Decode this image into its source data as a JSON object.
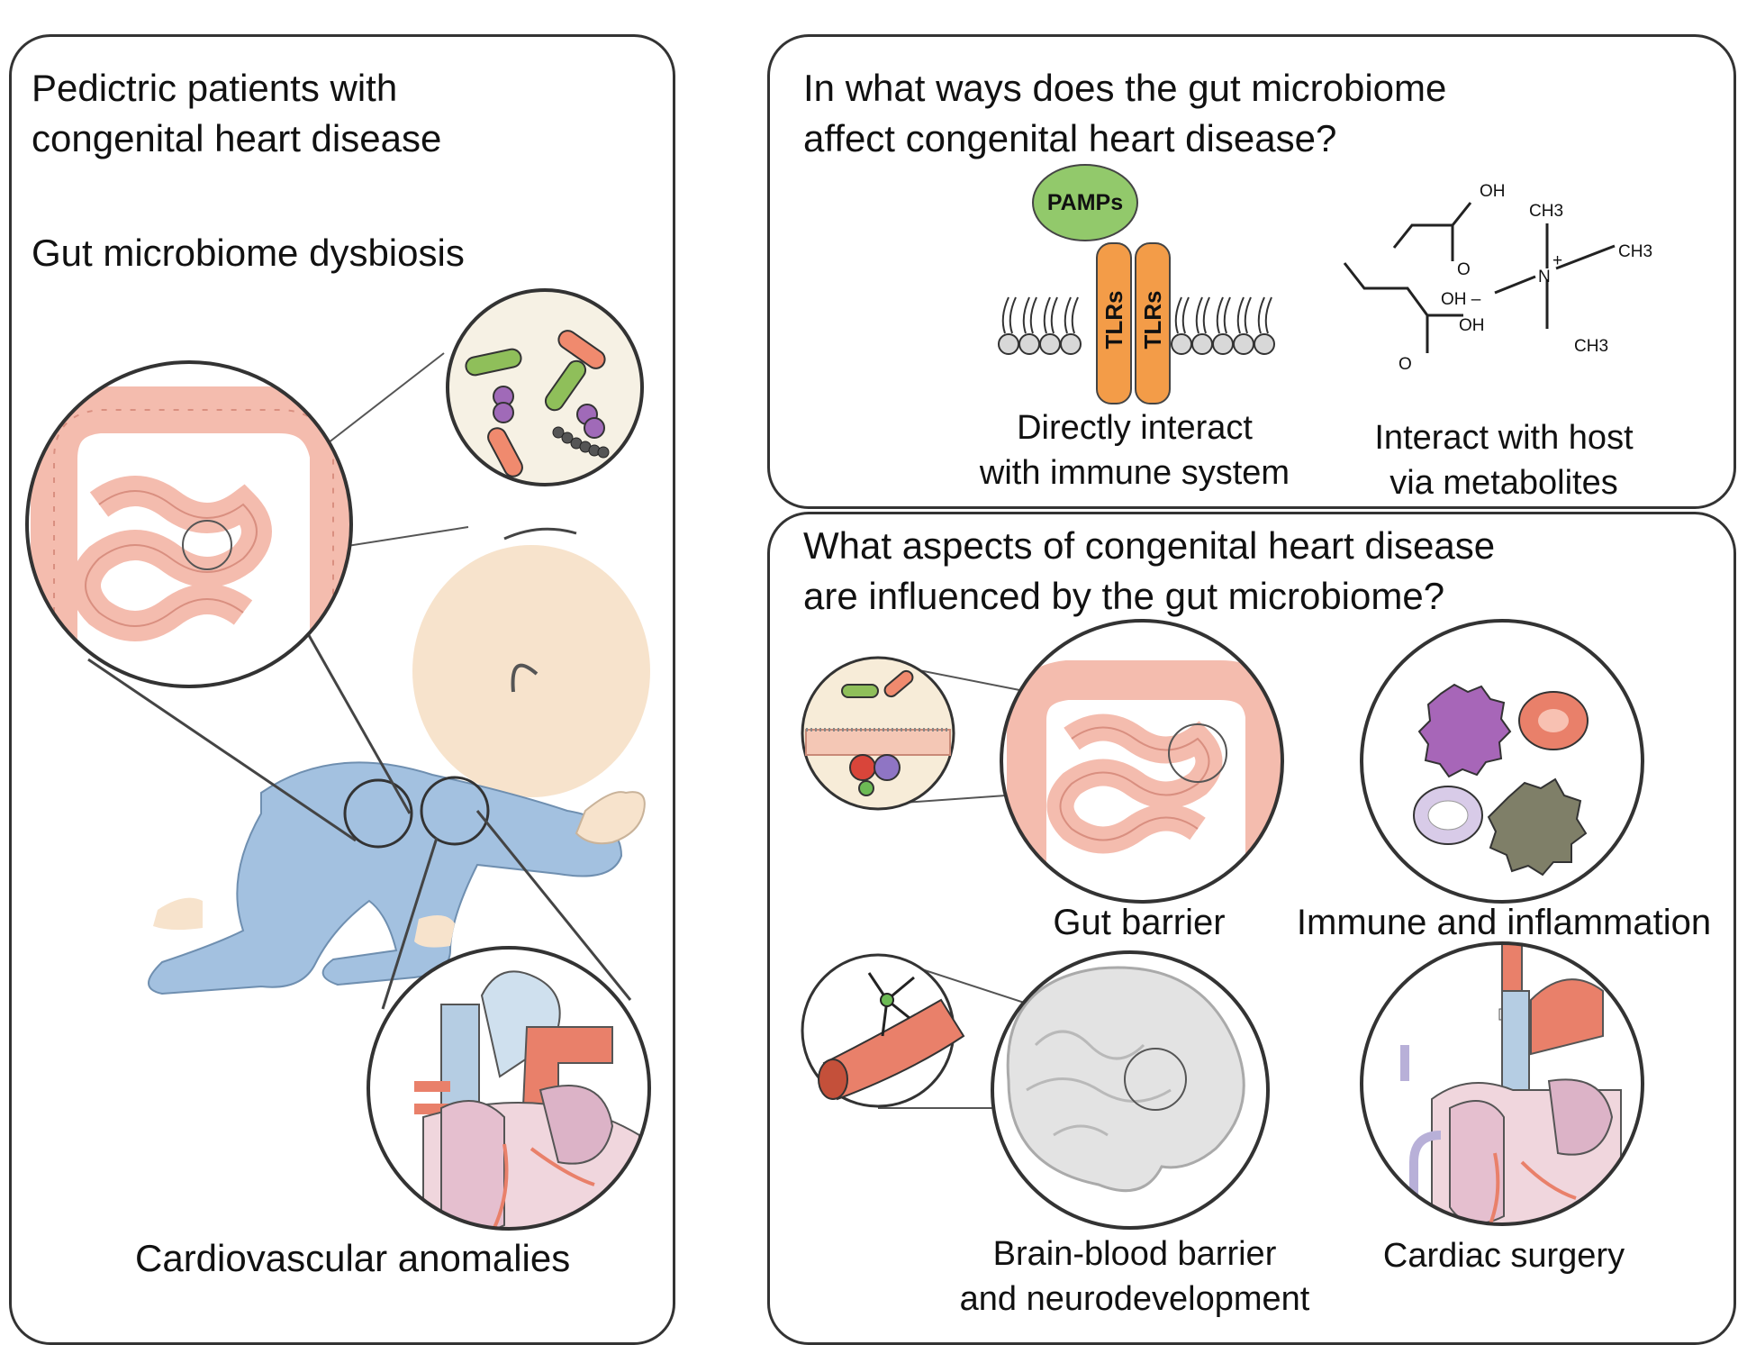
{
  "left_panel": {
    "title_line1": "Pedictric patients with",
    "title_line2": "congenital heart disease",
    "dysbiosis_label": "Gut microbiome dysbiosis",
    "cardio_label": "Cardiovascular anomalies"
  },
  "top_right_panel": {
    "question_line1": "In what ways does the gut microbiome",
    "question_line2": "affect congenital heart disease?",
    "pamps_label": "PAMPs",
    "tlr_label": "TLRs",
    "immune_caption_line1": "Directly interact",
    "immune_caption_line2": "with immune system",
    "metabolite_caption_line1": "Interact with host",
    "metabolite_caption_line2": "via metabolites",
    "chem_labels": {
      "oh": "OH",
      "o": "O",
      "ch3": "CH3",
      "n": "N",
      "plus": "+",
      "oh_dash": "OH –"
    }
  },
  "bottom_right_panel": {
    "question_line1": "What aspects of congenital heart disease",
    "question_line2": "are influenced by the gut microbiome?",
    "gut_barrier_label": "Gut barrier",
    "immune_label": "Immune and inflammation",
    "brain_label_line1": "Brain-blood barrier",
    "brain_label_line2": "and neurodevelopment",
    "surgery_label": "Cardiac surgery"
  },
  "colors": {
    "border": "#333333",
    "intestine": "#f4bcae",
    "intestine_line": "#d98f80",
    "onesie": "#a3c1e0",
    "skin": "#f7e3cc",
    "pamps": "#92c96b",
    "tlr": "#f39c48",
    "vein_blue": "#b5cde3",
    "artery_red": "#e9806a",
    "heart_pink": "#f0d6dd",
    "brain": "#e3e3e3"
  }
}
